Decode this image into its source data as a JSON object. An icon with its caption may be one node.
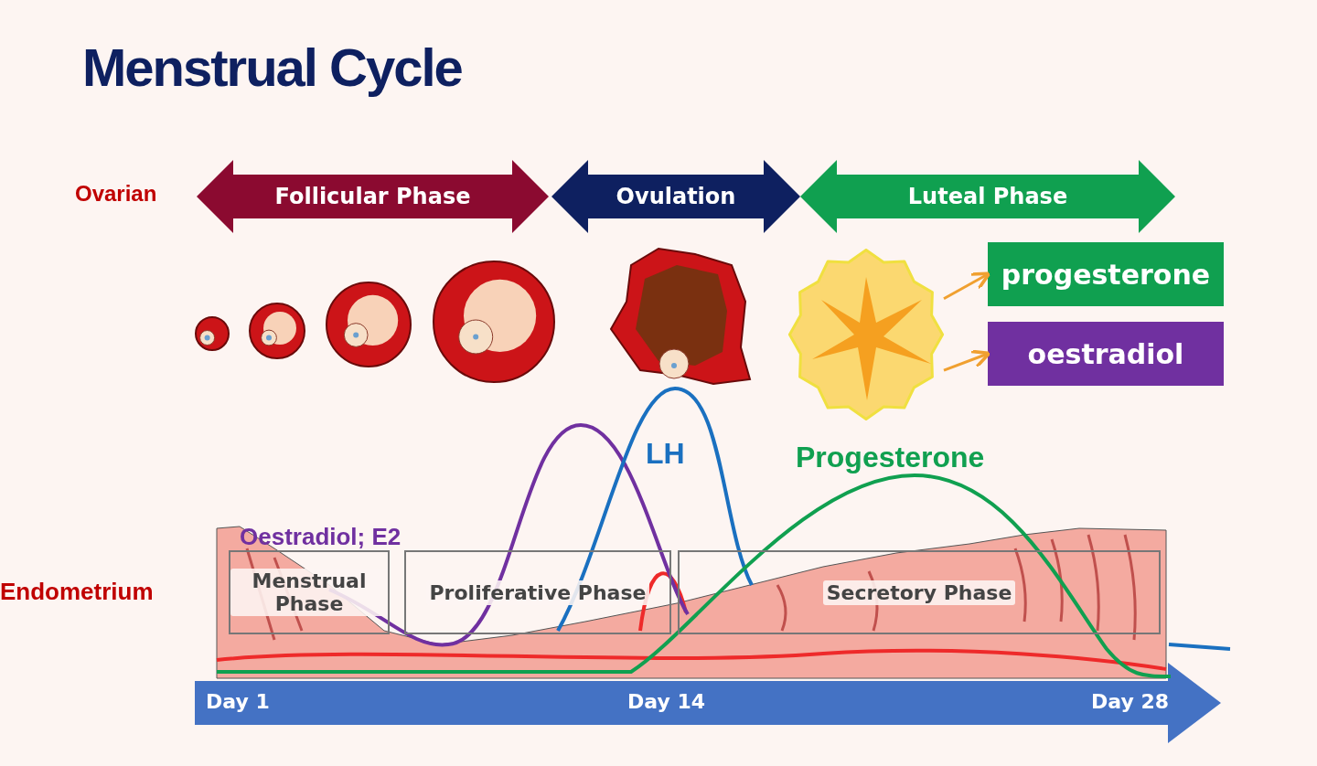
{
  "diagram": {
    "title": "Menstrual Cycle",
    "nodes": [
      {
        "text": [
          "Follicular Phase"
        ]
      },
      {
        "text": [
          "Ovulation"
        ]
      },
      {
        "text": [
          "Luteal Phase"
        ]
      },
      {
        "text": [],
        "shape": "picture"
      },
      {
        "text": [
          "progesterone"
        ]
      },
      {
        "text": [
          "oestradiol"
        ]
      },
      {
        "text": [
          "Menstrual Phase"
        ]
      },
      {
        "text": [
          "Proliferative Phase"
        ]
      },
      {
        "text": [
          "Secretory Phase"
        ]
      },
      {
        "text": [
          "Day 1",
          "Day 14",
          "Day 28"
        ]
      }
    ],
    "edges": [
      {
        "from": 3,
        "to": 4,
        "arrow": "to",
        "color": "#f0a030"
      },
      {
        "from": 3,
        "to": 5,
        "arrow": "to",
        "color": "#f0a030"
      }
    ],
    "labels": [
      "Ovarian",
      "LH",
      "Progesterone",
      "Oestradiol; E2",
      "Endometrium"
    ]
  }
}
